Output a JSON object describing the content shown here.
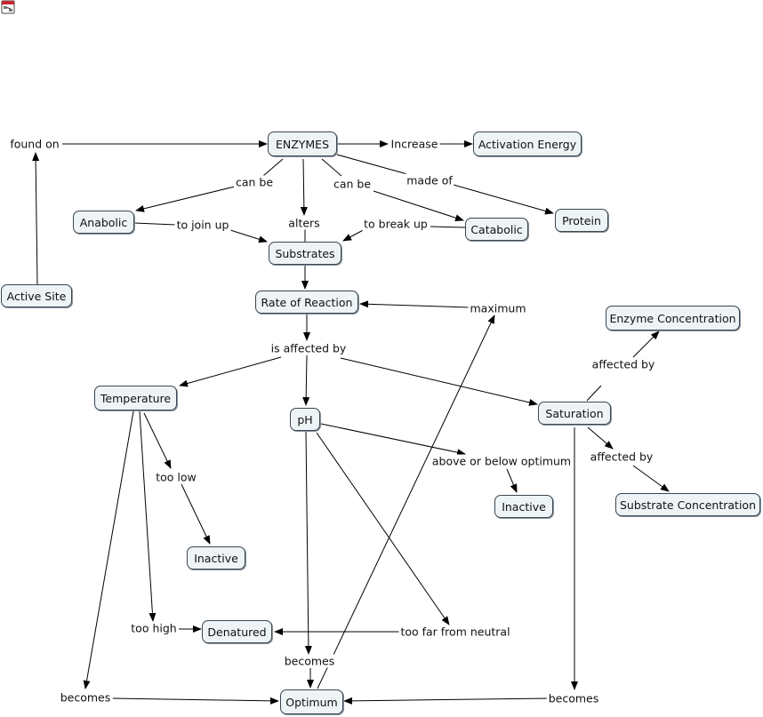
{
  "app_icon": "concept-map-app-icon",
  "nodes": {
    "enzymes": "ENZYMES",
    "activation_energy": "Activation Energy",
    "anabolic": "Anabolic",
    "substrates": "Substrates",
    "catabolic": "Catabolic",
    "protein": "Protein",
    "active_site": "Active Site",
    "rate_of_reaction": "Rate of Reaction",
    "enzyme_concentration": "Enzyme Concentration",
    "temperature": "Temperature",
    "ph": "pH",
    "saturation": "Saturation",
    "inactive_ph": "Inactive",
    "substrate_concentration": "Substrate Concentration",
    "inactive_temp": "Inactive",
    "denatured": "Denatured",
    "optimum": "Optimum"
  },
  "links": {
    "found_on": "found on",
    "increase": "Increase",
    "can_be_left": "can be",
    "can_be_right": "can be",
    "made_of": "made of",
    "alters": "alters",
    "to_join_up": "to join up",
    "to_break_up": "to break up",
    "maximum": "maximum",
    "is_affected_by": "is affected by",
    "affected_by_enzyme": "affected by",
    "affected_by_substrate": "affected by",
    "above_or_below_optimum": "above or below optimum",
    "too_low": "too low",
    "too_high": "too high",
    "too_far_from_neutral": "too far from neutral",
    "becomes_ph": "becomes",
    "becomes_temp": "becomes",
    "becomes_sat": "becomes"
  },
  "colors": {
    "node_fill": "#eef3f6",
    "node_border": "#3b4650",
    "line": "#000000"
  }
}
